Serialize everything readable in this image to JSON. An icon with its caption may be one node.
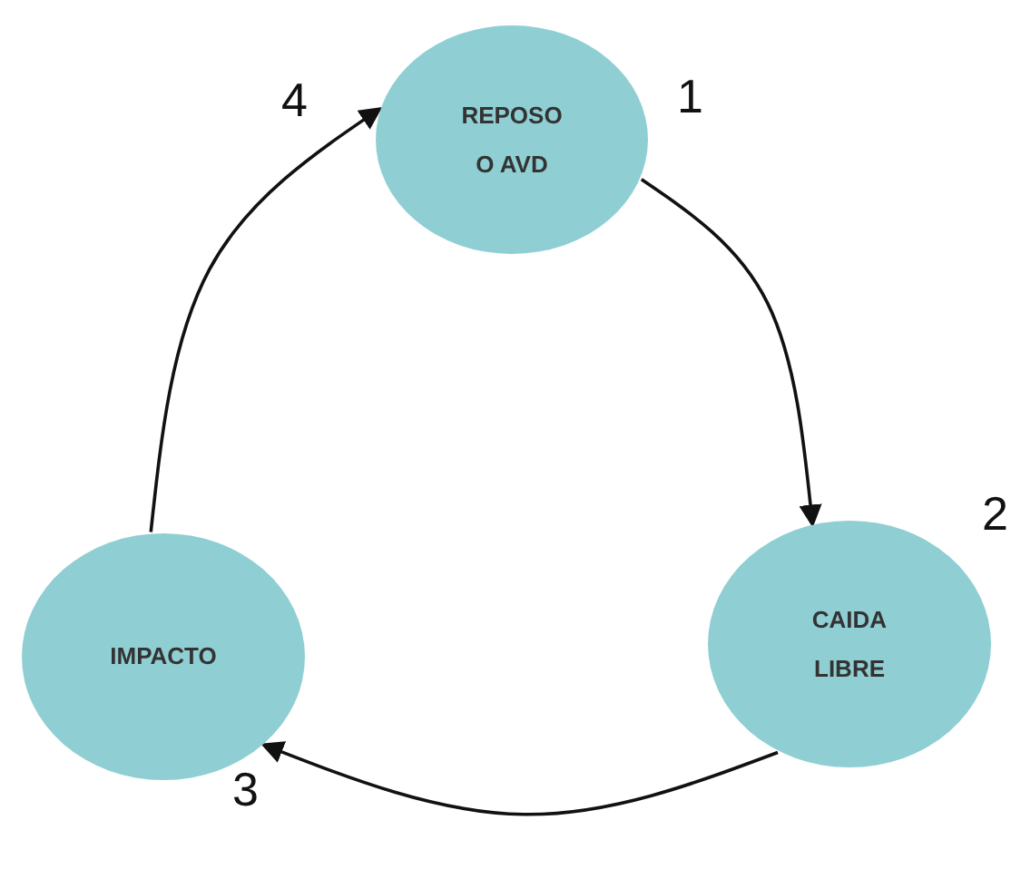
{
  "diagram": {
    "nodes": [
      {
        "text": [
          "REPOSO O AVD"
        ]
      },
      {
        "text": [
          "CAIDA LIBRE"
        ]
      },
      {
        "text": [
          "IMPACTO"
        ]
      }
    ],
    "edges": [
      {
        "from": 0,
        "to": 1,
        "arrow": "to"
      },
      {
        "from": 1,
        "to": 2,
        "arrow": "to"
      },
      {
        "from": 2,
        "to": 0,
        "arrow": "to"
      }
    ],
    "labels": [
      "4",
      "1",
      "2",
      "3"
    ]
  }
}
